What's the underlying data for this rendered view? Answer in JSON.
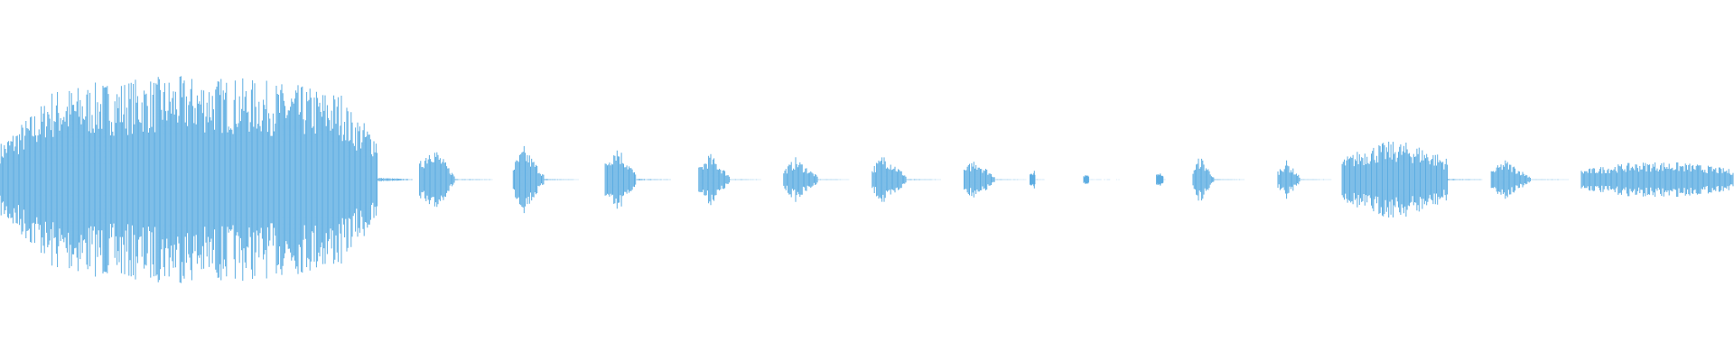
{
  "waveform": {
    "color": "#5dade2",
    "background": "#ffffff",
    "segments": [
      {
        "start": 0.0,
        "end": 0.218,
        "amp": 0.46,
        "shape": "swell",
        "tail": 0.02
      },
      {
        "start": 0.242,
        "end": 0.262,
        "amp": 0.17,
        "shape": "burst",
        "tail": 0.022
      },
      {
        "start": 0.296,
        "end": 0.314,
        "amp": 0.15,
        "shape": "burst",
        "tail": 0.02
      },
      {
        "start": 0.349,
        "end": 0.367,
        "amp": 0.17,
        "shape": "burst",
        "tail": 0.02
      },
      {
        "start": 0.403,
        "end": 0.421,
        "amp": 0.12,
        "shape": "burst",
        "tail": 0.018
      },
      {
        "start": 0.452,
        "end": 0.472,
        "amp": 0.1,
        "shape": "burst",
        "tail": 0.018
      },
      {
        "start": 0.503,
        "end": 0.523,
        "amp": 0.12,
        "shape": "burst",
        "tail": 0.02
      },
      {
        "start": 0.556,
        "end": 0.574,
        "amp": 0.1,
        "shape": "burst",
        "tail": 0.018
      },
      {
        "start": 0.594,
        "end": 0.597,
        "amp": 0.04,
        "shape": "tick",
        "tail": 0.006
      },
      {
        "start": 0.625,
        "end": 0.628,
        "amp": 0.02,
        "shape": "tick",
        "tail": 0.03
      },
      {
        "start": 0.667,
        "end": 0.671,
        "amp": 0.03,
        "shape": "tick",
        "tail": 0.002
      },
      {
        "start": 0.688,
        "end": 0.7,
        "amp": 0.11,
        "shape": "burst",
        "tail": 0.018
      },
      {
        "start": 0.737,
        "end": 0.75,
        "amp": 0.09,
        "shape": "burst",
        "tail": 0.018
      },
      {
        "start": 0.774,
        "end": 0.835,
        "amp": 0.17,
        "shape": "block",
        "tail": 0.02
      },
      {
        "start": 0.86,
        "end": 0.883,
        "amp": 0.09,
        "shape": "burst",
        "tail": 0.022
      },
      {
        "start": 0.912,
        "end": 1.0,
        "amp": 0.08,
        "shape": "block",
        "tail": 0.0
      }
    ]
  }
}
